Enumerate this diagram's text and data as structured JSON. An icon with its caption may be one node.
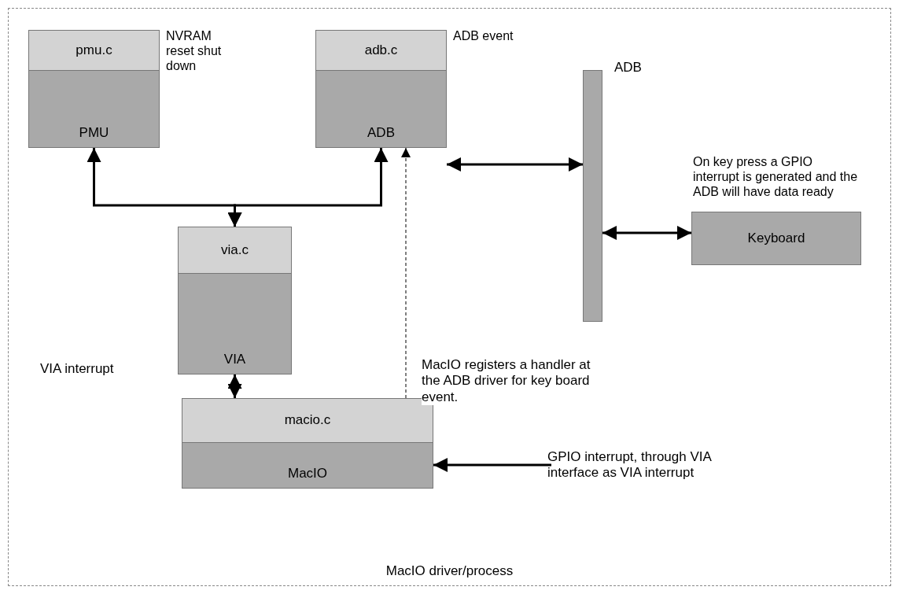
{
  "diagram": {
    "nodes": [
      {
        "text": [
          "MacIO driver/process"
        ]
      },
      {
        "text": [
          "pmu.c",
          "PMU"
        ],
        "beside": [
          "NVRAM reset shut down"
        ],
        "in": 0
      },
      {
        "text": [
          "adb.c",
          "ADB"
        ],
        "beside": [
          "ADB event"
        ],
        "in": 0
      },
      {
        "text": [
          "ADB"
        ],
        "in": 0
      },
      {
        "text": [
          "Keyboard"
        ],
        "beside": [
          "On key press a GPIO interrupt is generated and the ADB will have data ready"
        ],
        "in": 0
      },
      {
        "text": [
          "via.c",
          "VIA"
        ],
        "in": 0
      },
      {
        "text": [
          "macio.c",
          "MacIO"
        ],
        "in": 0
      },
      {
        "text": [
          "GPIO interrupt, through VIA interface as VIA interrupt"
        ],
        "in": 0
      }
    ],
    "edges": [
      {
        "from": 5,
        "to": 1,
        "arrow": "both"
      },
      {
        "from": 5,
        "to": 2,
        "arrow": "both"
      },
      {
        "from": 2,
        "to": 3,
        "arrow": "both"
      },
      {
        "from": 3,
        "to": 4,
        "arrow": "both"
      },
      {
        "from": 5,
        "to": 6,
        "arrow": "both"
      },
      {
        "from": 6,
        "to": 2,
        "arrow": "to",
        "style": "dashed",
        "label": "MacIO registers a handler at the ADB driver for key board event."
      },
      {
        "from": 7,
        "to": 6,
        "arrow": "to"
      }
    ],
    "labels": [
      "VIA interrupt"
    ]
  }
}
